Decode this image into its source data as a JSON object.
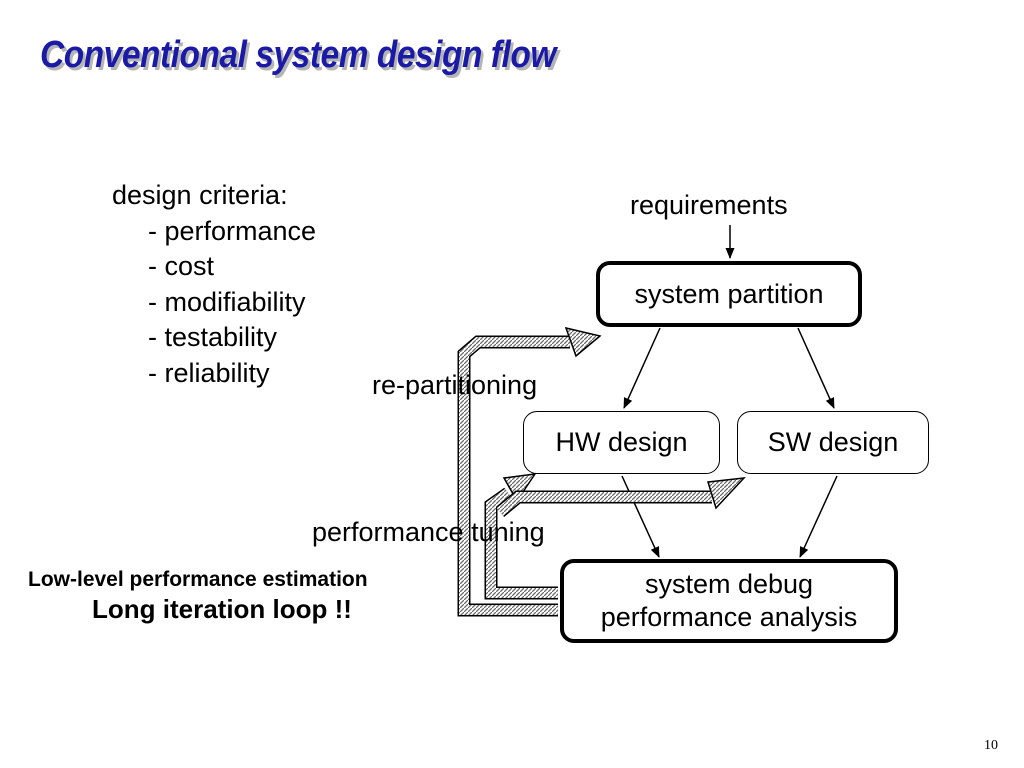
{
  "title": "Conventional system design flow",
  "criteria": {
    "heading": "design criteria:",
    "items": [
      "- performance",
      "- cost",
      "- modifiability",
      "- testability",
      "- reliability"
    ]
  },
  "flow": {
    "requirements": "requirements",
    "system_partition": "system partition",
    "hw_design": "HW design",
    "sw_design": "SW design",
    "system_debug_line1": "system debug",
    "system_debug_line2": "performance analysis"
  },
  "loops": {
    "repartitioning": "re-partitioning",
    "performance_tuning": "performance tuning"
  },
  "notes": {
    "estimation": "Low-level performance estimation",
    "iteration": "Long iteration loop !!"
  },
  "page_number": "10",
  "colors": {
    "title": "#1a1aa6",
    "title_shadow": "#b5b5b5",
    "loop_arrow": "#9a9a9a"
  }
}
